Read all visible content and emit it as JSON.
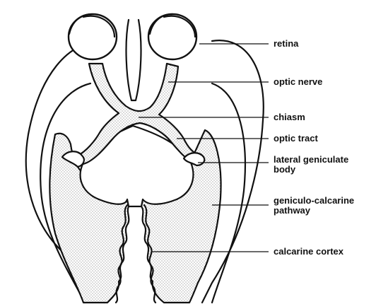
{
  "labels": {
    "retina": "retina",
    "optic_nerve": "optic nerve",
    "chiasm": "chiasm",
    "optic_tract": "optic tract",
    "lgb_line1": "lateral geniculate",
    "lgb_line2": "body",
    "gc_line1": "geniculo-calcarine",
    "gc_line2": "pathway",
    "calcarine_cortex": "calcarine cortex"
  }
}
